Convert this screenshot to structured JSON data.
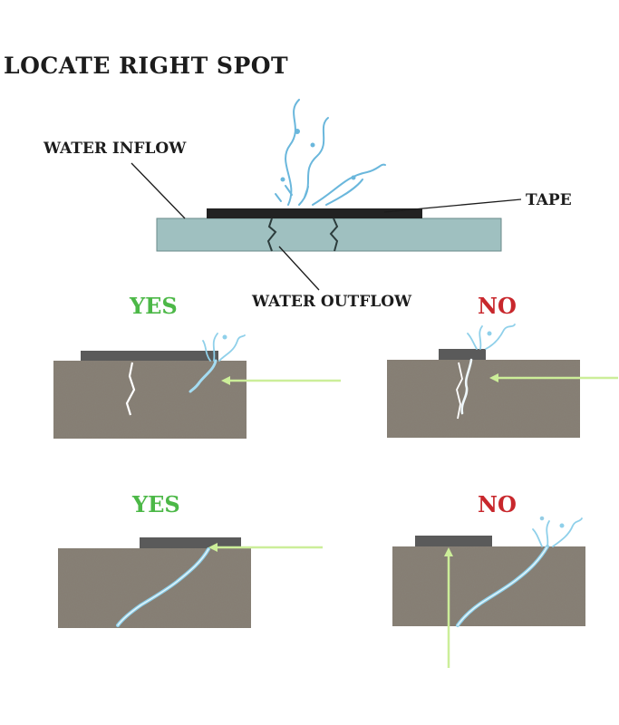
{
  "title": "LOCATE RIGHT SPOT",
  "labels": {
    "water_inflow": "WATER INFLOW",
    "tape": "TAPE",
    "water_outflow": "WATER OUTFLOW"
  },
  "verdicts": {
    "top_left": "YES",
    "top_right": "NO",
    "bottom_left": "YES",
    "bottom_right": "NO"
  },
  "colors": {
    "yes": "#4cb847",
    "no": "#c8272c",
    "arrow": "#ccee99",
    "concrete": "#857d72",
    "tape": "#5a5a5a",
    "slab": "#9fc0c0",
    "water": "#8fd0ea"
  }
}
